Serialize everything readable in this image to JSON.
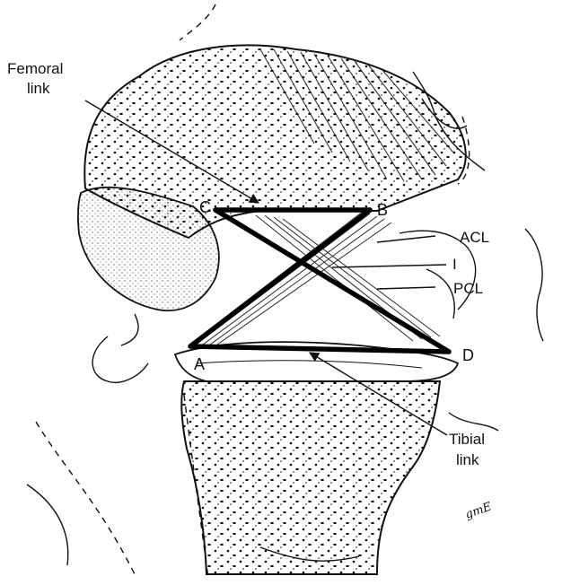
{
  "figure": {
    "labels": {
      "femoral_link_line1": "Femoral",
      "femoral_link_line2": "link",
      "acl": "ACL",
      "i": "I",
      "pcl": "PCL",
      "tibial_link_line1": "Tibial",
      "tibial_link_line2": "link"
    },
    "points": {
      "a": "A",
      "b": "B",
      "c": "C",
      "d": "D"
    },
    "signature": "gmE"
  }
}
